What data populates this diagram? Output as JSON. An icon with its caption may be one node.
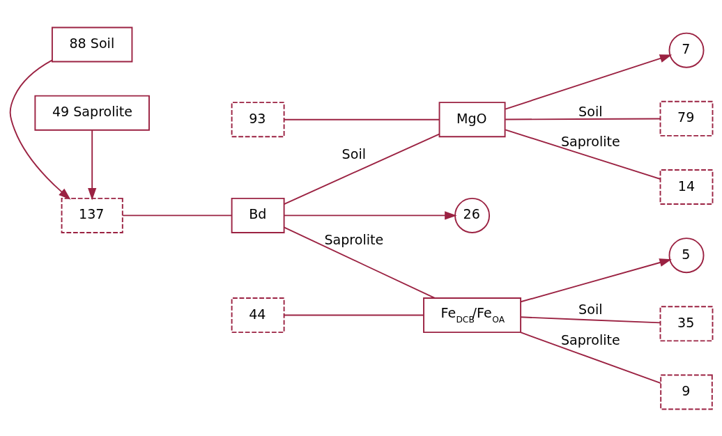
{
  "diagram": {
    "nodes": [
      {
        "text": [
          "88 Soil"
        ]
      },
      {
        "text": [
          "137"
        ]
      },
      {
        "text": [
          "49 Saprolite"
        ]
      },
      {
        "text": [
          "Bd"
        ]
      },
      {
        "text": [
          "26"
        ]
      },
      {
        "text": [
          "93"
        ]
      },
      {
        "text": [
          "MgO"
        ]
      },
      {
        "text": [
          "7"
        ]
      },
      {
        "text": [
          "79"
        ]
      },
      {
        "text": [
          "14"
        ]
      },
      {
        "text": [
          "44"
        ]
      },
      {
        "text": [
          "Fe$_{DCB}$/Fe$_{OA}$"
        ]
      },
      {
        "text": [
          "5"
        ]
      },
      {
        "text": [
          "35"
        ]
      },
      {
        "text": [
          "9"
        ]
      }
    ],
    "edges": [
      {
        "from": 0,
        "to": 1,
        "arrow": "to"
      },
      {
        "from": 2,
        "to": 1,
        "arrow": "to"
      },
      {
        "from": 1,
        "to": 3,
        "arrow": "none"
      },
      {
        "from": 3,
        "to": 4,
        "arrow": "to"
      },
      {
        "from": 3,
        "to": 6,
        "arrow": "none",
        "label": "Soil"
      },
      {
        "from": 3,
        "to": 11,
        "arrow": "none",
        "label": "Saprolite"
      },
      {
        "from": 5,
        "to": 6,
        "arrow": "none"
      },
      {
        "from": 6,
        "to": 7,
        "arrow": "to"
      },
      {
        "from": 6,
        "to": 8,
        "arrow": "none",
        "label": "Soil"
      },
      {
        "from": 6,
        "to": 9,
        "arrow": "none",
        "label": "Saprolite"
      },
      {
        "from": 10,
        "to": 11,
        "arrow": "none"
      },
      {
        "from": 11,
        "to": 12,
        "arrow": "to"
      },
      {
        "from": 11,
        "to": 13,
        "arrow": "none",
        "label": "Soil"
      },
      {
        "from": 11,
        "to": 14,
        "arrow": "none",
        "label": "Saprolite"
      }
    ]
  }
}
